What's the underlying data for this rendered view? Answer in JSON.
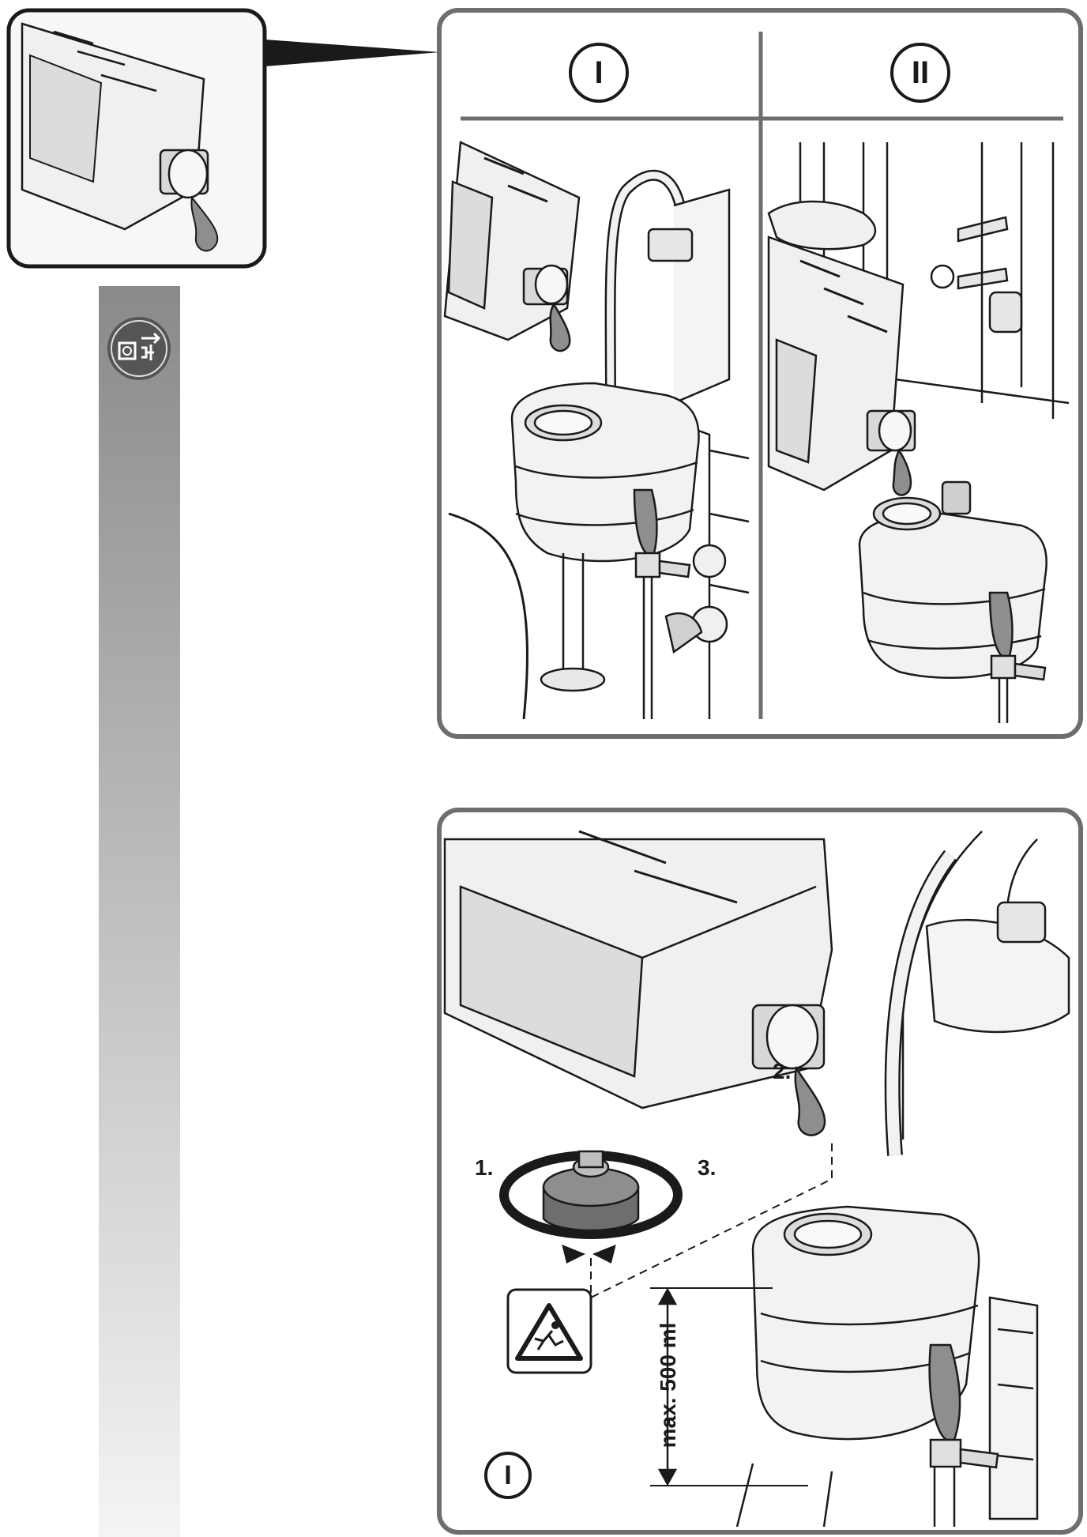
{
  "top_panel": {
    "col1_marker": "I",
    "col2_marker": "II"
  },
  "bottom_panel": {
    "step1": "1.",
    "step2": "2.",
    "step3": "3.",
    "max_volume": "max. 500 ml",
    "mode_marker": "I"
  },
  "icons": {
    "unplug": "unplug-icon",
    "slip_warning": "slippery-floor-warning-icon"
  },
  "colors": {
    "outline": "#6e6e6e",
    "ink": "#1a1a1a",
    "bar_top": "#8a8a8a",
    "bar_bottom": "#f4f4f4",
    "badge": "#555555"
  }
}
